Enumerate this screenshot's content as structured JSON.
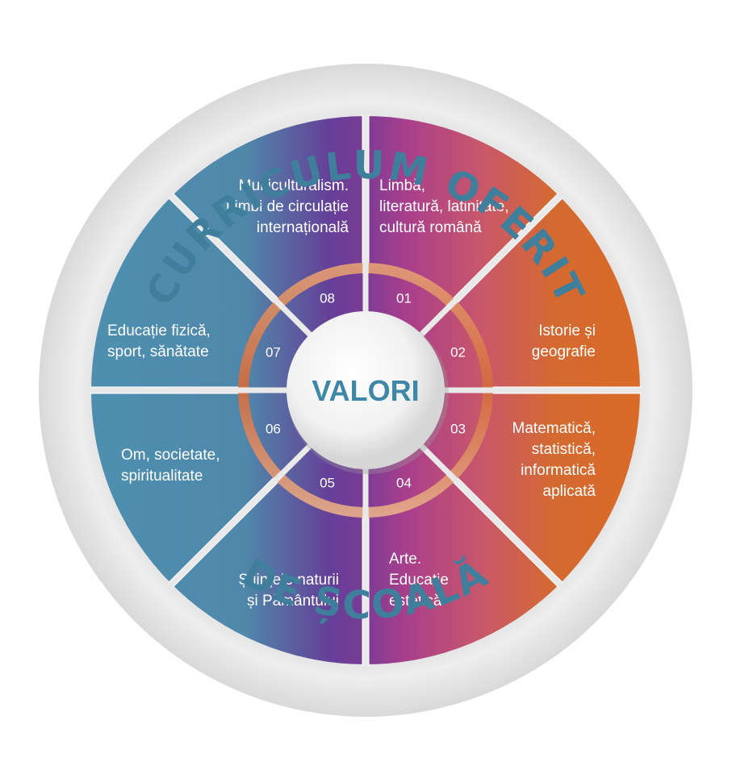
{
  "title_top": "CURRICULUM OFERIT",
  "title_bottom": "DE ȘCOALĂ",
  "center": "VALORI",
  "segments": [
    {
      "number": "01",
      "lines": [
        "Limbă,",
        "literatură, latinitate,",
        "cultură română"
      ]
    },
    {
      "number": "02",
      "lines": [
        "Istorie și",
        "geografie"
      ]
    },
    {
      "number": "03",
      "lines": [
        "Matematică,",
        "statistică,",
        "informatică",
        "aplicată"
      ]
    },
    {
      "number": "04",
      "lines": [
        "Arte.",
        "Educație",
        "estetică"
      ]
    },
    {
      "number": "05",
      "lines": [
        "Științele naturii",
        "și Pământului"
      ]
    },
    {
      "number": "06",
      "lines": [
        "Om, societate,",
        "spiritualitate"
      ]
    },
    {
      "number": "07",
      "lines": [
        "Educație fizică,",
        "sport, sănătate"
      ]
    },
    {
      "number": "08",
      "lines": [
        "Multiculturalism.",
        "Limbi de circulație",
        "internațională"
      ]
    }
  ],
  "colors": {
    "outer_ring": "#e6e6e6",
    "teal": "#4e8faf",
    "purple": "#6a3d97",
    "magenta": "#a93f8c",
    "orange": "#d46a30",
    "title": "#3f7f9c",
    "center_text": "#3f87a7"
  }
}
